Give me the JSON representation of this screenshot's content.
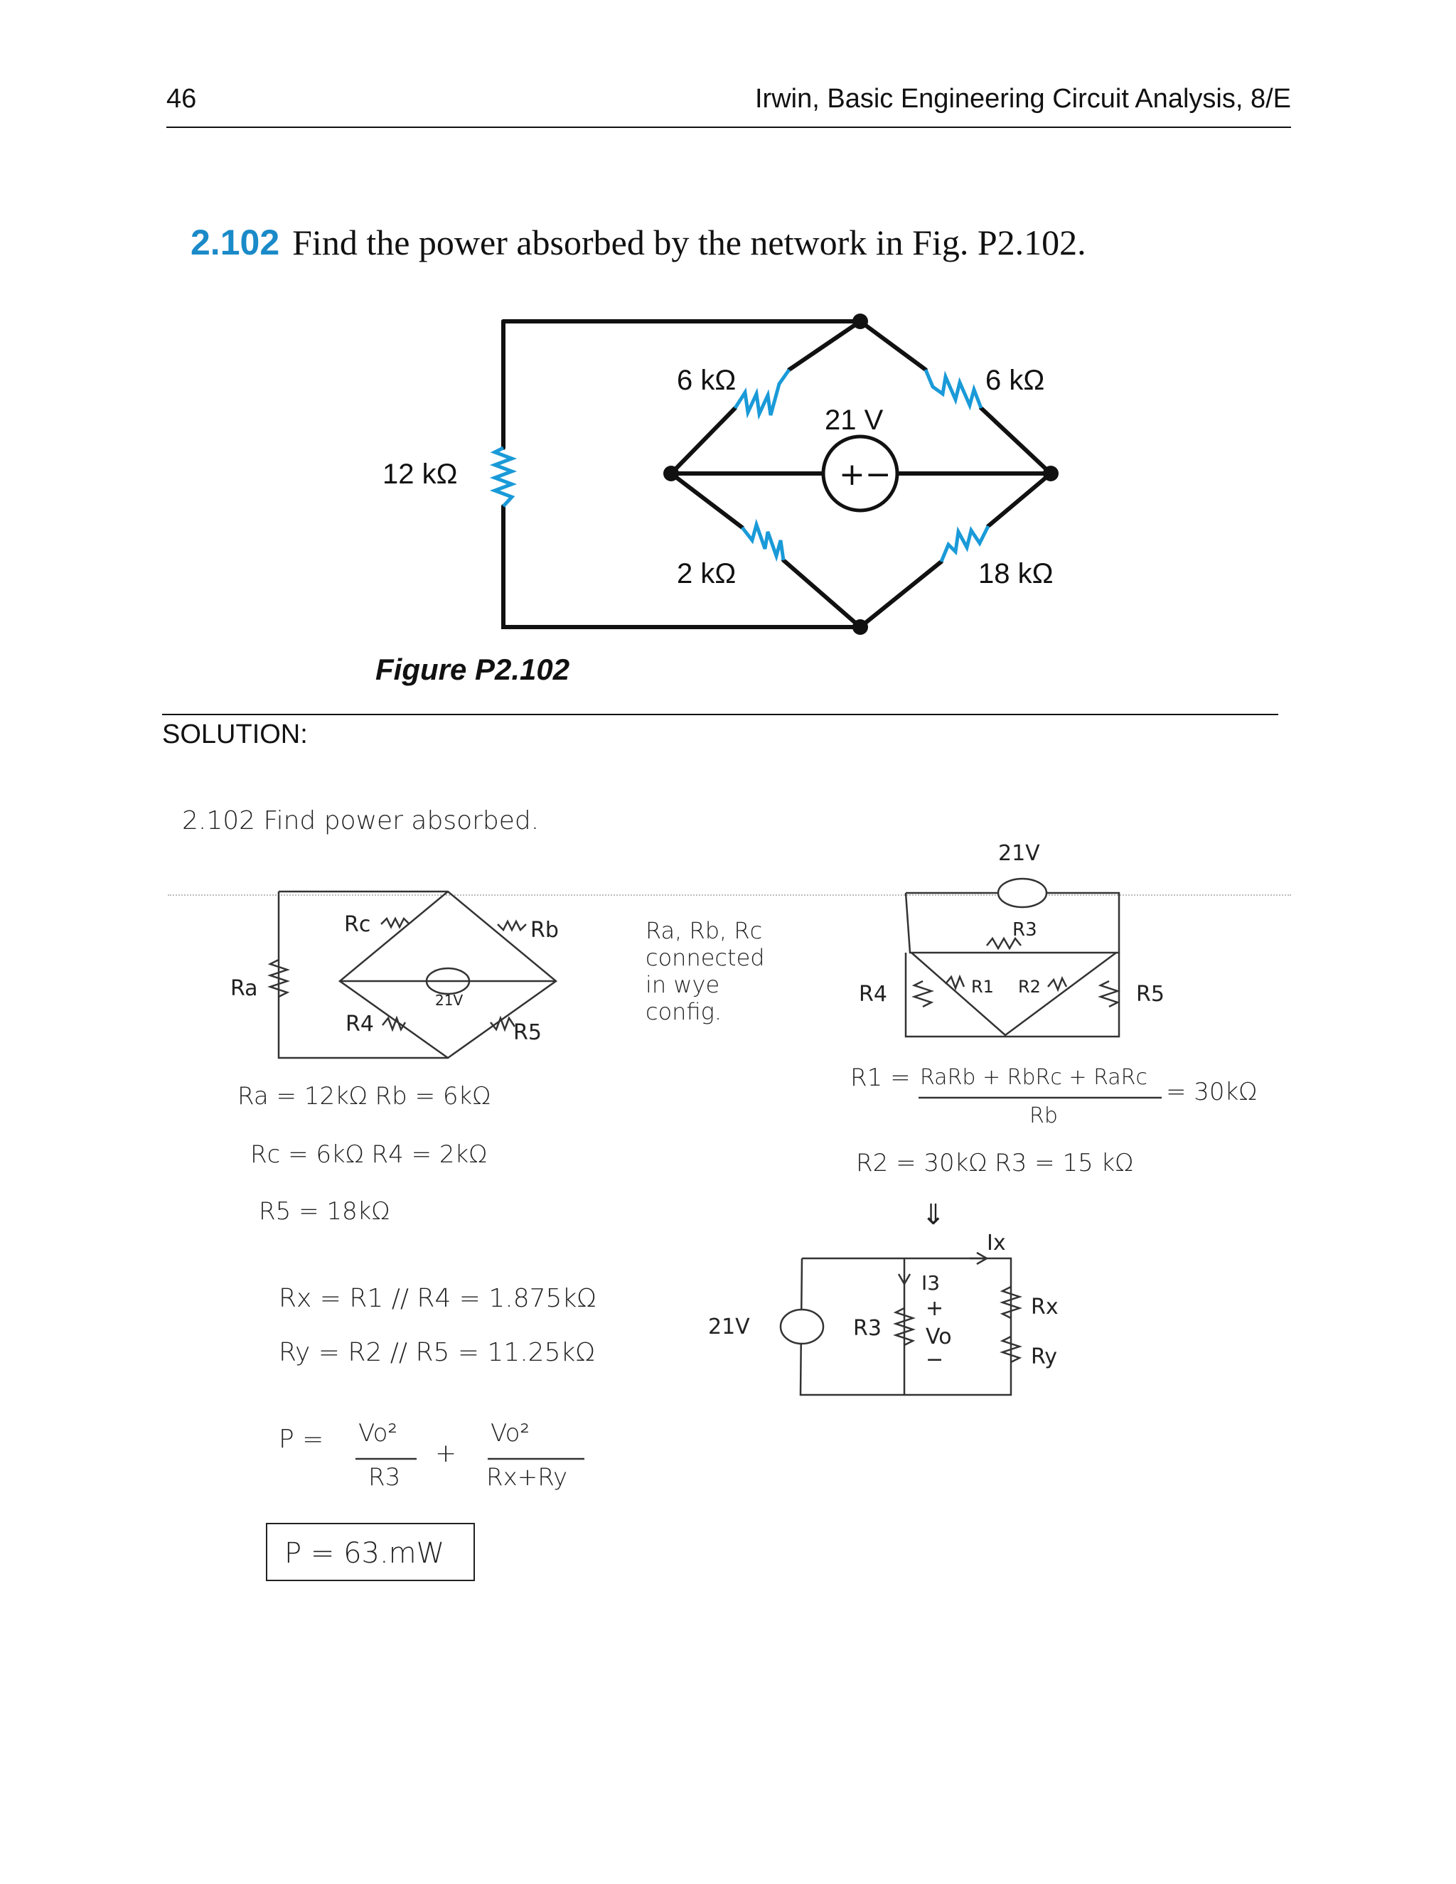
{
  "header": {
    "page_number": "46",
    "running_head": "Irwin, Basic Engineering Circuit Analysis, 8/E"
  },
  "problem": {
    "number": "2.102",
    "text": "Find the power absorbed by the network in Fig. P2.102."
  },
  "figure": {
    "caption": "Figure P2.102",
    "labels": {
      "r_left": "12 kΩ",
      "r_top_left": "6 kΩ",
      "r_top_right": "6 kΩ",
      "r_bottom_left": "2 kΩ",
      "r_bottom_right": "18 kΩ",
      "source": "21 V",
      "source_symbol": "+−"
    },
    "accent_color": "#1a9ad8"
  },
  "solution": {
    "heading": "SOLUTION:",
    "title": "2.102  Find power absorbed.",
    "sketch1": {
      "ra": "Ra",
      "rc": "Rc",
      "rb": "Rb",
      "r4": "R4",
      "r5": "R5",
      "source": "21V"
    },
    "note": [
      "Ra, Rb, Rc",
      "connected",
      "in wye",
      "config."
    ],
    "values": [
      "Ra = 12kΩ   Rb = 6kΩ",
      "Rc = 6kΩ   R4 = 2kΩ",
      "R5 = 18kΩ"
    ],
    "sketch2": {
      "source": "21V",
      "r3": "R3",
      "r4": "R4",
      "r1": "R1",
      "r2": "R2",
      "r5": "R5"
    },
    "eq_r1_lhs": "R1 =",
    "eq_r1_num": "RaRb + RbRc + RaRc",
    "eq_r1_den": "Rb",
    "eq_r1_result": "= 30kΩ",
    "eq_r2_r3": "R2 = 30kΩ   R3 = 15 kΩ",
    "arrow": "⇓",
    "sketch3": {
      "ix": "Ix",
      "i3": "I3",
      "source": "21V",
      "r3": "R3",
      "vo_plus": "+",
      "vo": "Vo",
      "vo_minus": "−",
      "rx": "Rx",
      "ry": "Ry"
    },
    "eq_rx": "Rx = R1 // R4 = 1.875kΩ",
    "eq_ry": "Ry = R2 // R5 = 11.25kΩ",
    "eq_p_lhs": "P =",
    "eq_p_t1_num": "Vo²",
    "eq_p_t1_den": "R3",
    "eq_p_plus": "+",
    "eq_p_t2_num": "Vo²",
    "eq_p_t2_den": "Rx+Ry",
    "result": "P = 63.mW"
  }
}
